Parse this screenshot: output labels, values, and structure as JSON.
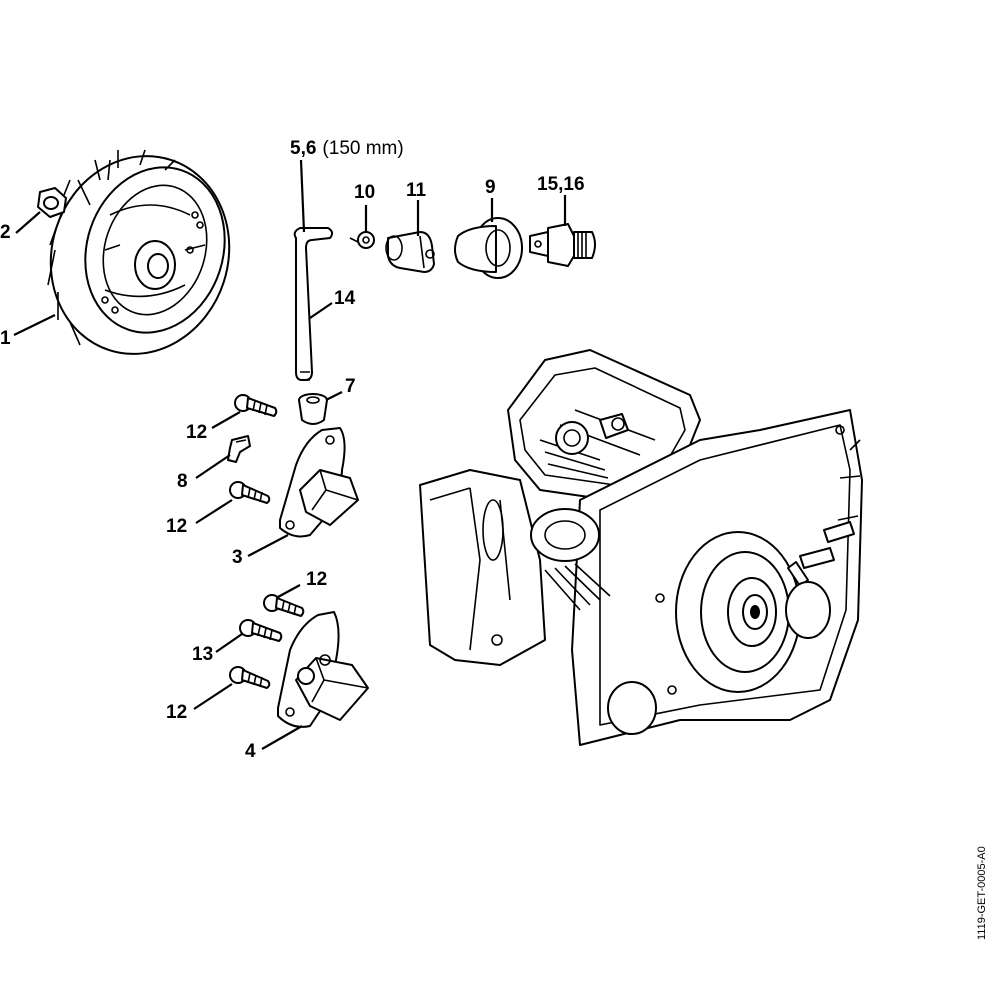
{
  "callouts": {
    "c1": "1",
    "c2": "2",
    "c3": "3",
    "c4": "4",
    "c56_num": "5,6",
    "c56_len": "(150 mm)",
    "c7": "7",
    "c8": "8",
    "c9": "9",
    "c10": "10",
    "c11": "11",
    "c12a": "12",
    "c12b": "12",
    "c12c": "12",
    "c12d": "12",
    "c13": "13",
    "c14": "14",
    "c1516": "15,16"
  },
  "drawing_id": "1119-GET-0005-A0"
}
